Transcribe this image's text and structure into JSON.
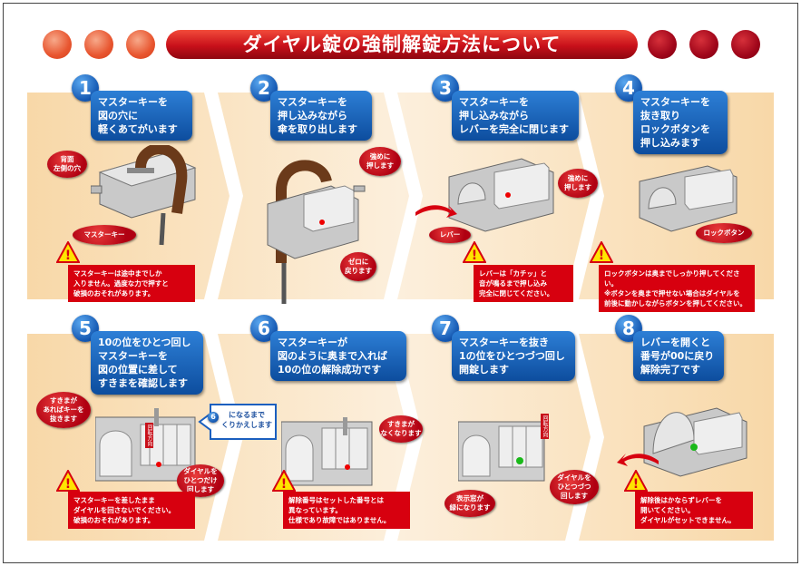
{
  "title": "ダイヤル錠の強制解錠方法について",
  "colors": {
    "banner": "#c8101a",
    "step_box": "#1558b0",
    "warning": "#d7000f",
    "band": "#fbe4c4"
  },
  "steps": [
    {
      "num": "1",
      "text": "マスターキーを\n図の穴に\n軽くあてがいます",
      "callouts": [
        "背面\n左側の穴",
        "マスターキー"
      ],
      "warning": "マスターキーは途中までしか\n入りません。過度な力で押すと\n破損のおそれがあります。"
    },
    {
      "num": "2",
      "text": "マスターキーを\n押し込みながら\n傘を取り出します",
      "callouts": [
        "強めに\n押します",
        "ゼロに\n戻ります"
      ],
      "warning": ""
    },
    {
      "num": "3",
      "text": "マスターキーを\n押し込みながら\nレバーを完全に閉じます",
      "callouts": [
        "強めに\n押します",
        "レバー"
      ],
      "warning": "レバーは「カチッ」と\n音が鳴るまで押し込み\n完全に閉じてください。"
    },
    {
      "num": "4",
      "text": "マスターキーを\n抜き取り\nロックボタンを\n押し込みます",
      "callouts": [
        "ロックボタン"
      ],
      "warning": "ロックボタンは奥までしっかり押してください。\n※ボタンを奥まで押せない場合はダイヤルを\n前後に動かしながらボタンを押してください。"
    },
    {
      "num": "5",
      "text": "10の位をひとつ回し\nマスターキーを\n図の位置に差して\nすきまを確認します",
      "callouts": [
        "すきまが\nあればキーを\n抜きます",
        "ダイヤルを\nひとつだけ\n回します"
      ],
      "label": "回転方向",
      "warning": "マスターキーを差したまま\nダイヤルを回さないでください。\n破損のおそれがあります。"
    },
    {
      "num": "6",
      "text": "マスターキーが\n図のように奥まで入れば\n10の位の解除成功です",
      "callouts": [
        "すきまが\nなくなります"
      ],
      "warning": "解除番号はセットした番号とは\n異なっています。\n仕様であり故障ではありません。"
    },
    {
      "num": "7",
      "text": "マスターキーを抜き\n1の位をひとつづつ回し\n開錠します",
      "callouts": [
        "表示窓が\n緑になります",
        "ダイヤルを\nひとつづつ\n回します"
      ],
      "label": "回転方向",
      "warning": ""
    },
    {
      "num": "8",
      "text": "レバーを開くと\n番号が00に戻り\n解除完了です",
      "callouts": [],
      "warning": "解除後はかならずレバーを\n開いてください。\nダイヤルがセットできません。"
    }
  ],
  "repeat_note": "になるまで\nくりかえします",
  "repeat_num": "6"
}
